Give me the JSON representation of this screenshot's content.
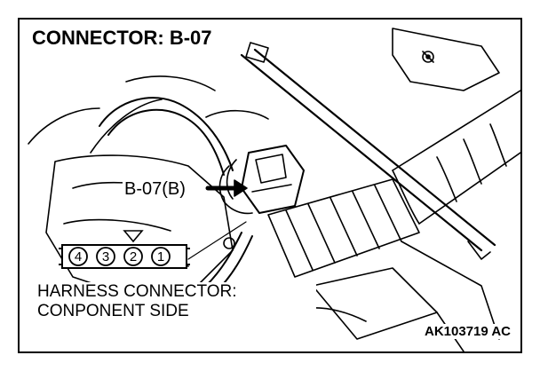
{
  "title": "CONNECTOR: B-07",
  "callout_label": "B-07(B)",
  "harness": {
    "line1": "HARNESS CONNECTOR:",
    "line2": "CONPONENT SIDE",
    "pins": [
      "4",
      "3",
      "2",
      "1"
    ]
  },
  "figure_code": "AK103719 AC"
}
